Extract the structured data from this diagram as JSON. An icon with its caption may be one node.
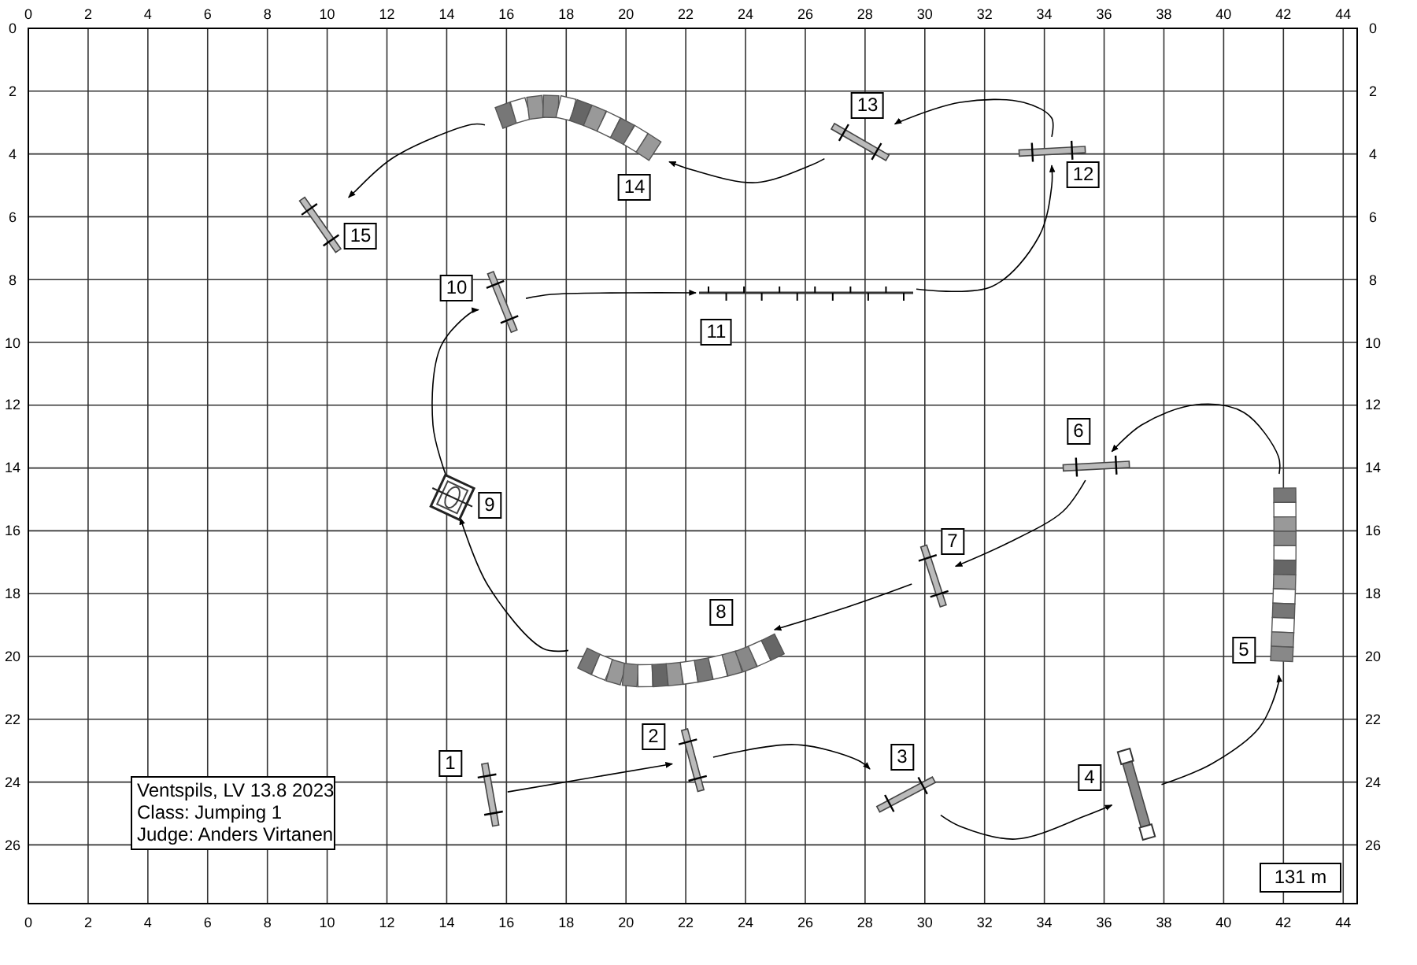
{
  "diagram": {
    "nodes": [
      {
        "text": [],
        "shape": "bar",
        "beside": [
          "1"
        ]
      },
      {
        "text": [],
        "shape": "bar",
        "beside": [
          "2"
        ]
      },
      {
        "text": [],
        "shape": "bar",
        "beside": [
          "3"
        ]
      },
      {
        "text": [],
        "shape": "bar",
        "beside": [
          "4"
        ]
      },
      {
        "text": [],
        "shape": "tunnel",
        "beside": [
          "5"
        ]
      },
      {
        "text": [],
        "shape": "bar",
        "beside": [
          "6"
        ]
      },
      {
        "text": [],
        "shape": "bar",
        "beside": [
          "7"
        ]
      },
      {
        "text": [],
        "shape": "tunnel",
        "beside": [
          "8"
        ]
      },
      {
        "text": [],
        "shape": "box",
        "beside": [
          "9"
        ]
      },
      {
        "text": [],
        "shape": "bar",
        "beside": [
          "10"
        ]
      },
      {
        "text": [],
        "shape": "bar",
        "beside": [
          "11"
        ]
      },
      {
        "text": [],
        "shape": "bar",
        "beside": [
          "12"
        ]
      },
      {
        "text": [],
        "shape": "bar",
        "beside": [
          "13"
        ]
      },
      {
        "text": [],
        "shape": "tunnel",
        "beside": [
          "14"
        ]
      },
      {
        "text": [],
        "shape": "bar",
        "beside": [
          "15"
        ]
      },
      {
        "text": [
          "Ventspils, LV 13.8 2023",
          "Class: Jumping 1",
          "Judge: Anders Virtanen"
        ]
      },
      {
        "text": [
          "131 m"
        ]
      }
    ],
    "edges": [
      {
        "from": 0,
        "to": 1,
        "arrow": "to"
      },
      {
        "from": 1,
        "to": 2,
        "arrow": "to"
      },
      {
        "from": 2,
        "to": 3,
        "arrow": "to"
      },
      {
        "from": 3,
        "to": 4,
        "arrow": "to"
      },
      {
        "from": 4,
        "to": 5,
        "arrow": "to"
      },
      {
        "from": 5,
        "to": 6,
        "arrow": "to"
      },
      {
        "from": 6,
        "to": 7,
        "arrow": "to"
      },
      {
        "from": 7,
        "to": 8,
        "arrow": "to"
      },
      {
        "from": 8,
        "to": 9,
        "arrow": "to"
      },
      {
        "from": 9,
        "to": 10,
        "arrow": "to"
      },
      {
        "from": 10,
        "to": 11,
        "arrow": "to"
      },
      {
        "from": 11,
        "to": 12,
        "arrow": "to"
      },
      {
        "from": 12,
        "to": 13,
        "arrow": "to"
      },
      {
        "from": 13,
        "to": 14,
        "arrow": "to"
      }
    ],
    "labels": [
      "0",
      "2",
      "4",
      "6",
      "8",
      "10",
      "12",
      "14",
      "16",
      "18",
      "20",
      "22",
      "24",
      "26",
      "28",
      "30",
      "32",
      "34",
      "36",
      "38",
      "40",
      "42",
      "44",
      "0",
      "2",
      "4",
      "6",
      "8",
      "10",
      "12",
      "14",
      "16",
      "18",
      "20",
      "22",
      "24",
      "26",
      "0",
      "2",
      "4",
      "6",
      "8",
      "10",
      "12",
      "14",
      "16",
      "18",
      "20",
      "22",
      "24",
      "26",
      "0",
      "2",
      "4",
      "6",
      "8",
      "10",
      "12",
      "14",
      "16",
      "18",
      "20",
      "22",
      "24",
      "26",
      "28",
      "30",
      "32",
      "34",
      "36",
      "38",
      "40",
      "42",
      "44"
    ]
  }
}
